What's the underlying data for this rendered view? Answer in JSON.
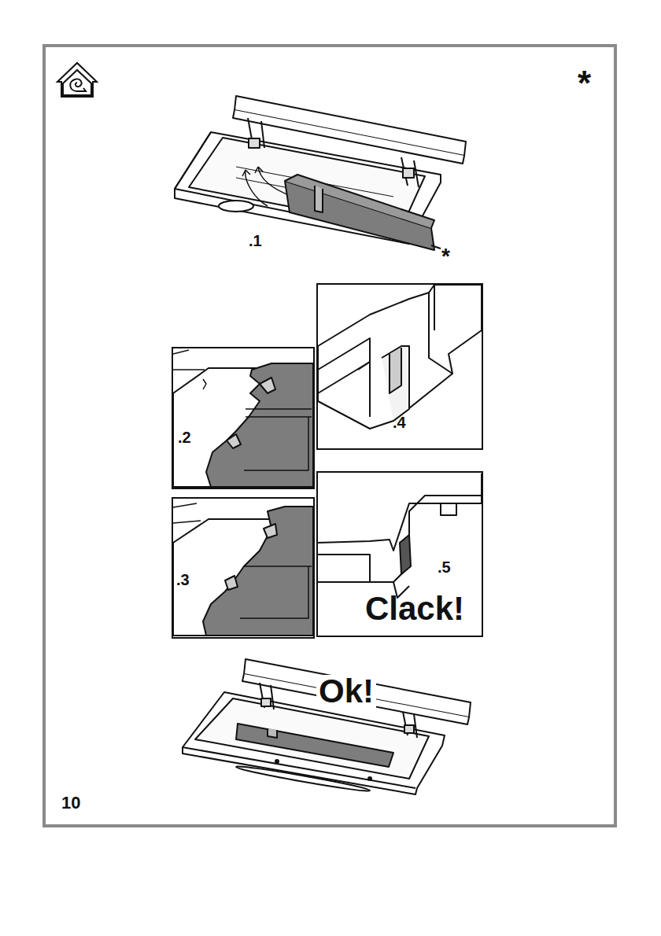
{
  "diagram": {
    "nodes": [
      {
        "text": [
          ".4"
        ]
      },
      {
        "text": [
          ".2"
        ]
      },
      {
        "text": [
          ".5",
          "Clack!"
        ]
      },
      {
        "text": [
          ".3"
        ]
      }
    ],
    "labels": [
      "*",
      ".1",
      "*",
      "Ok!",
      "10"
    ]
  }
}
